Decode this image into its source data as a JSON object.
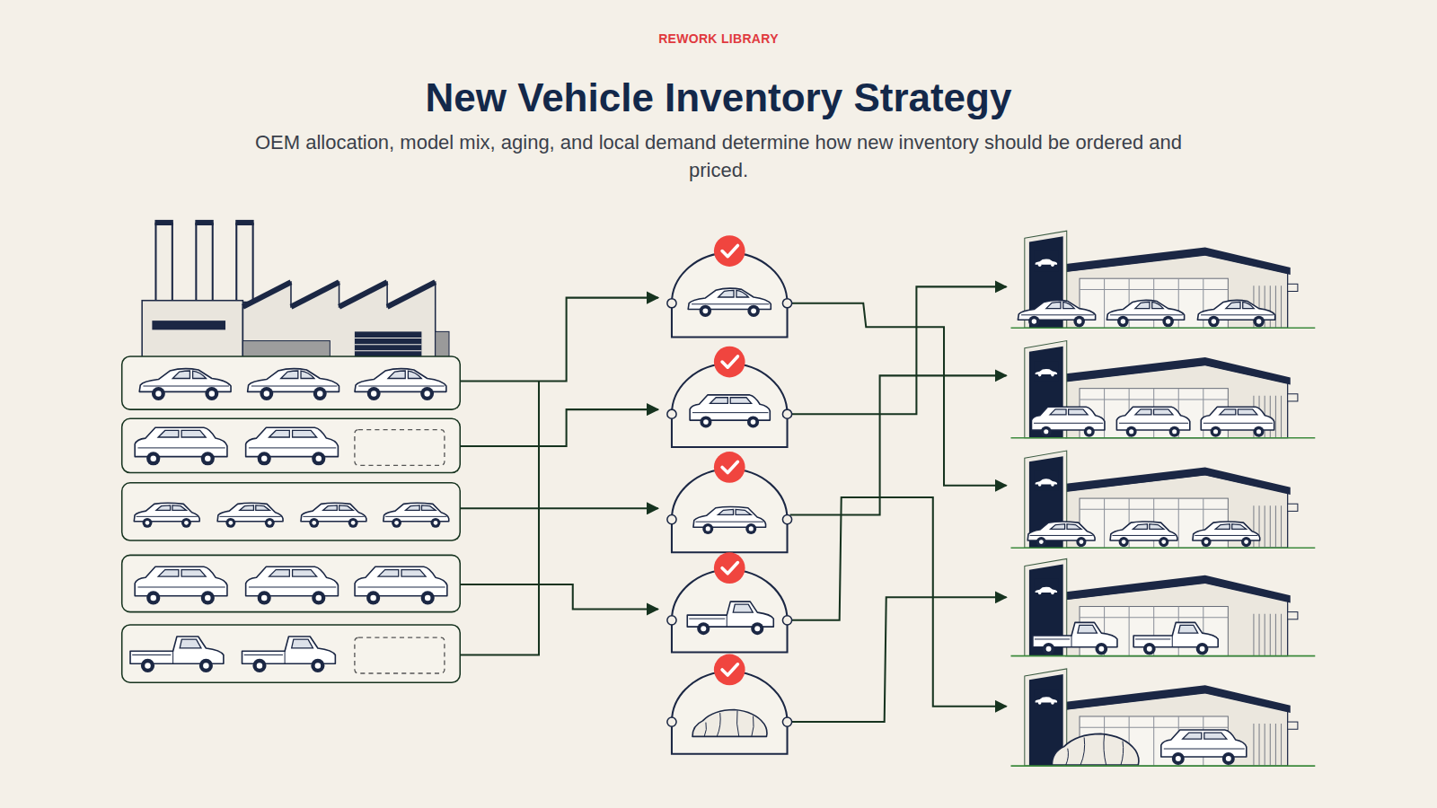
{
  "diagram": {
    "title": "New Vehicle Inventory Strategy",
    "caption": "OEM allocation, model mix, aging, and local demand determine how new inventory should be ordered and priced.",
    "labels": [
      "REWORK LIBRARY"
    ]
  }
}
